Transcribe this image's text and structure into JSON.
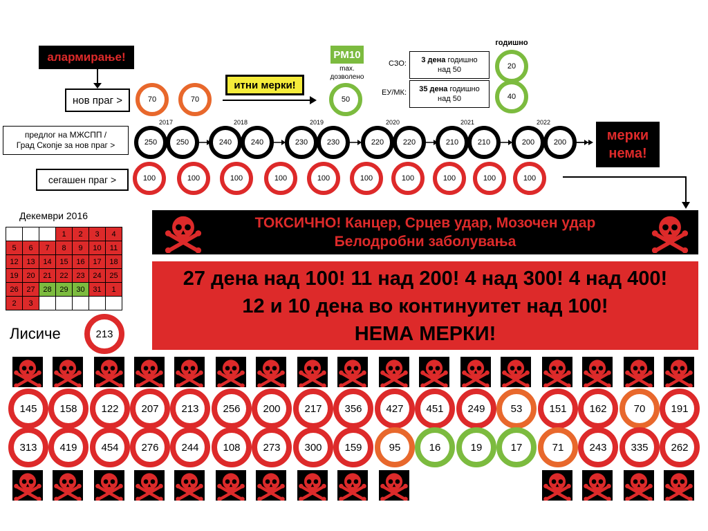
{
  "colors": {
    "red": "#dd2a2a",
    "orange": "#e8682c",
    "green": "#7cbb3f",
    "black": "#000000",
    "yellow": "#f5ec3a",
    "skull_red": "#dd2a2a"
  },
  "alarm_label": "алармирање!",
  "new_threshold_label": "нов праг >",
  "new_threshold_values": [
    "70",
    "70"
  ],
  "urgent_measures_label": "итни мерки!",
  "pm10": {
    "label": "PM10",
    "sub1": "max.",
    "sub2": "дозволено",
    "value": "50"
  },
  "annual_label": "годишно",
  "who_label": "СЗО:",
  "who_text_bold": "3 дена",
  "who_text_rest1": "годишно",
  "who_text_rest2": "над 50",
  "who_annual": "20",
  "eu_label": "ЕУ/МК:",
  "eu_text_bold": "35 дена",
  "eu_text_rest1": "годишно",
  "eu_text_rest2": "над 50",
  "eu_annual": "40",
  "proposal_label_line1": "предлог на МЖСПП /",
  "proposal_label_line2": "Град Скопје за нов праг >",
  "years": [
    "2017",
    "2018",
    "2019",
    "2020",
    "2021",
    "2022"
  ],
  "proposal_values": [
    "250",
    "250",
    "240",
    "240",
    "230",
    "230",
    "220",
    "220",
    "210",
    "210",
    "200",
    "200"
  ],
  "no_measures_line1": "мерки",
  "no_measures_line2": "нема!",
  "current_threshold_label": "сегашен праг >",
  "current_threshold_values": [
    "100",
    "100",
    "100",
    "100",
    "100",
    "100",
    "100",
    "100",
    "100",
    "100"
  ],
  "calendar": {
    "title": "Декември 2016",
    "rows": [
      [
        "",
        "",
        "",
        "1",
        "2",
        "3",
        "4"
      ],
      [
        "5",
        "6",
        "7",
        "8",
        "9",
        "10",
        "11"
      ],
      [
        "12",
        "13",
        "14",
        "15",
        "16",
        "17",
        "18"
      ],
      [
        "19",
        "20",
        "21",
        "22",
        "23",
        "24",
        "25"
      ],
      [
        "26",
        "27",
        "28",
        "29",
        "30",
        "31",
        "1"
      ],
      [
        "2",
        "3",
        "",
        "",
        "",
        "",
        ""
      ]
    ],
    "colors": [
      [
        "w",
        "w",
        "w",
        "r",
        "r",
        "r",
        "r"
      ],
      [
        "r",
        "r",
        "r",
        "r",
        "r",
        "r",
        "r"
      ],
      [
        "r",
        "r",
        "r",
        "r",
        "r",
        "r",
        "r"
      ],
      [
        "r",
        "r",
        "r",
        "r",
        "r",
        "r",
        "r"
      ],
      [
        "r",
        "r",
        "g",
        "g",
        "g",
        "r",
        "r"
      ],
      [
        "r",
        "r",
        "w",
        "w",
        "w",
        "w",
        "w"
      ]
    ]
  },
  "toxic_line1": "ТОКСИЧНО! Канцер, Срцев удар, Мозочен удар",
  "toxic_line2": "Белодробни заболувања",
  "stats_line1": "27 дена над 100! 11 над 200! 4 над 300! 4 над 400!",
  "stats_line2": "12 и 10 дена во континуитет над 100!",
  "stats_line3": "НЕМА МЕРКИ!",
  "station_label": "Лисиче",
  "station_value": "213",
  "row1_values": [
    "145",
    "158",
    "122",
    "207",
    "213",
    "256",
    "200",
    "217",
    "356",
    "427",
    "451",
    "249",
    "53",
    "151",
    "162",
    "70",
    "191"
  ],
  "row1_colors": [
    "r",
    "r",
    "r",
    "r",
    "r",
    "r",
    "r",
    "r",
    "r",
    "r",
    "r",
    "r",
    "o",
    "r",
    "r",
    "o",
    "r"
  ],
  "row2_values": [
    "313",
    "419",
    "454",
    "276",
    "244",
    "108",
    "273",
    "300",
    "159",
    "95",
    "16",
    "19",
    "17",
    "71",
    "243",
    "335",
    "262"
  ],
  "row2_colors": [
    "r",
    "r",
    "r",
    "r",
    "r",
    "r",
    "r",
    "r",
    "r",
    "o",
    "g",
    "g",
    "g",
    "o",
    "r",
    "r",
    "r"
  ]
}
